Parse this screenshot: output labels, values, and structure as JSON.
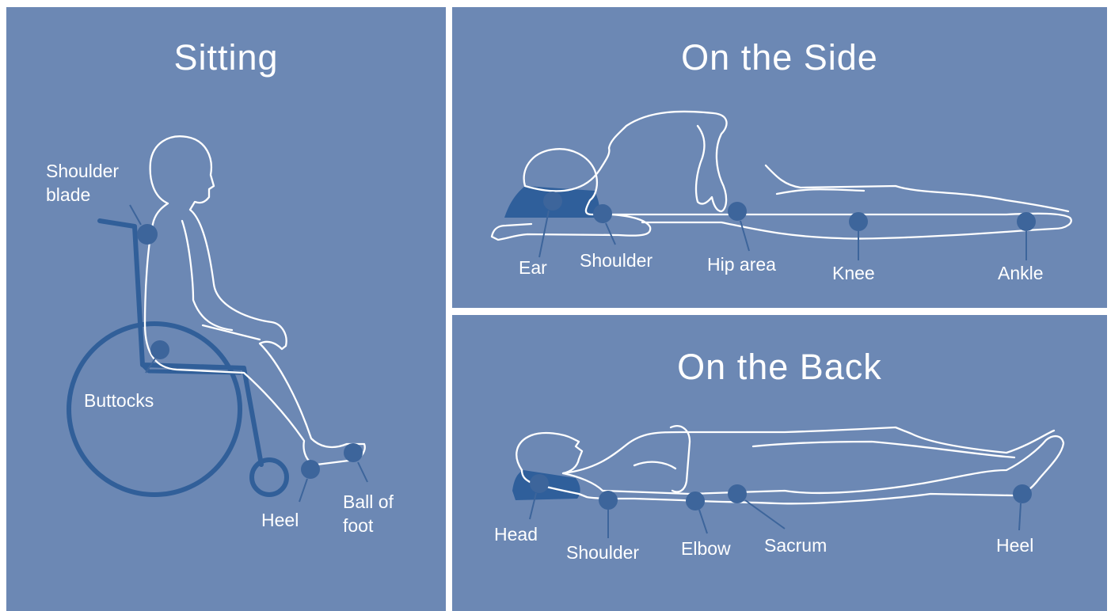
{
  "panels": {
    "sitting": {
      "title": "Sitting",
      "points": {
        "shoulder_blade": "Shoulder\nblade",
        "buttocks": "Buttocks",
        "heel": "Heel",
        "ball_of_foot": "Ball of\nfoot"
      }
    },
    "side": {
      "title": "On the Side",
      "points": {
        "ear": "Ear",
        "shoulder": "Shoulder",
        "hip_area": "Hip area",
        "knee": "Knee",
        "ankle": "Ankle"
      }
    },
    "back": {
      "title": "On the Back",
      "points": {
        "head": "Head",
        "shoulder": "Shoulder",
        "elbow": "Elbow",
        "sacrum": "Sacrum",
        "heel": "Heel"
      }
    }
  },
  "colors": {
    "panel_bg": "#6c88b4",
    "accent": "#315f99",
    "dot": "#3d659b",
    "line": "#ffffff"
  }
}
